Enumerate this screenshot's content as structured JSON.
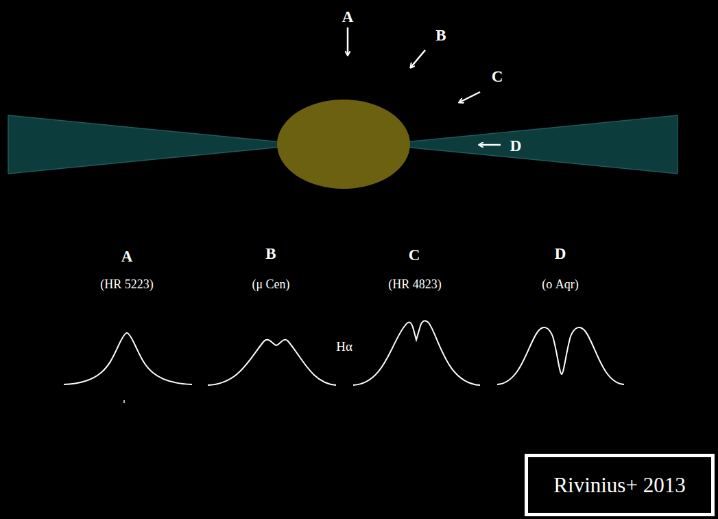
{
  "diagram": {
    "nodes": [
      {
        "text": [
          "Rivinius+ 2013"
        ]
      }
    ],
    "labels": [
      "A",
      "B",
      "C",
      "D",
      "A",
      "(HR 5223)",
      "B",
      "(μ Cen)",
      "Hα",
      "C",
      "(HR 4823)",
      "D",
      "(ο Aqr)"
    ]
  }
}
